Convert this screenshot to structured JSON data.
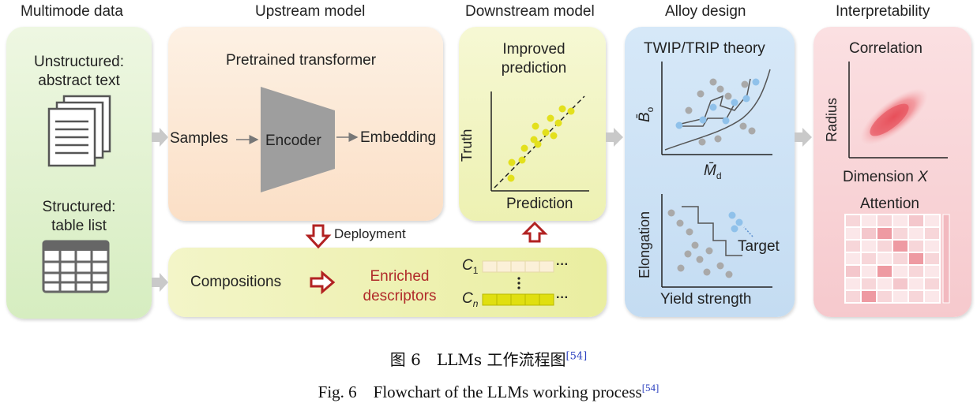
{
  "headers": {
    "multimode": "Multimode data",
    "upstream": "Upstream model",
    "downstream": "Downstream model",
    "alloy": "Alloy design",
    "interpret": "Interpretability"
  },
  "multimode": {
    "unstructured_line1": "Unstructured:",
    "unstructured_line2": "abstract text",
    "structured_line1": "Structured:",
    "structured_line2": "table list"
  },
  "upstream": {
    "title": "Pretrained transformer",
    "samples": "Samples",
    "encoder": "Encoder",
    "embedding": "Embedding"
  },
  "deployment": "Deployment",
  "compositions": {
    "label": "Compositions",
    "enriched_line1": "Enriched",
    "enriched_line2": "descriptors",
    "c_first": "C",
    "c_first_sub": "1",
    "c_last": "C",
    "c_last_sub": "n",
    "dots": "···"
  },
  "downstream": {
    "title_line1": "Improved",
    "title_line2": "prediction",
    "ylabel": "Truth",
    "xlabel": "Prediction"
  },
  "alloy": {
    "theory": "TWIP/TRIP theory",
    "ylabel_top": "B̄",
    "ylabel_top_sub": "o",
    "xlabel_top": "M̄",
    "xlabel_top_sub": "d",
    "ylabel_bottom": "Elongation",
    "xlabel_bottom": "Yield strength",
    "target": "Target"
  },
  "interpret": {
    "correlation": "Correlation",
    "radius": "Radius",
    "dimension": "Dimension ",
    "dimension_var": "X",
    "attention": "Attention"
  },
  "caption": {
    "cn": "图 6　LLMs 工作流程图",
    "en": "Fig. 6　Flowchart of the LLMs working process",
    "ref": "[54]"
  },
  "colors": {
    "green_panel": "#dcefc6",
    "orange_panel": "#fde2cc",
    "yellow_panel": "#f2f3b0",
    "blue_panel": "#cfe3f5",
    "pink_panel": "#f8cdd0",
    "yellow_dot": "#e3e01c",
    "blue_dot": "#8fc1ea",
    "red_arrow": "#b22222",
    "caption_ref": "#2a3fbf"
  }
}
